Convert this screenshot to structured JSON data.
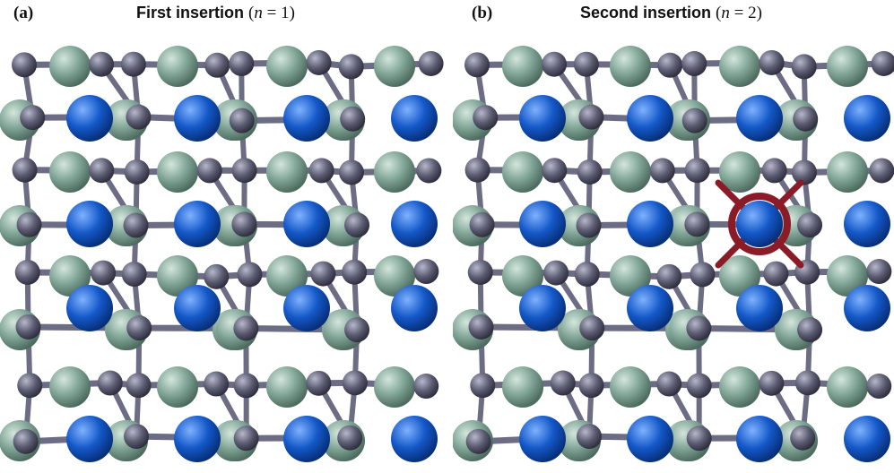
{
  "panels": [
    {
      "letter": "(a)",
      "title_bold": "First insertion",
      "title_math_prefix": "(",
      "title_var": "n",
      "title_math_suffix": " = 1)"
    },
    {
      "letter": "(b)",
      "title_bold": "Second insertion",
      "title_math_prefix": "(",
      "title_var": "n",
      "title_math_suffix": " = 2)"
    }
  ],
  "colors": {
    "dark_atom": "#5e5e74",
    "green_atom": "#7fa496",
    "blue_atom": "#1458c8",
    "bond": "#6c6c84",
    "highlight_ring": "#8c1b28",
    "background": "#ffffff"
  },
  "atoms": {
    "dark_atom_name": "dark-gray-atom",
    "green_atom_name": "green-gray-atom",
    "blue_atom_name": "blue-atom",
    "highlighted_blue_atom_panel": 1,
    "highlighted_blue_atom_row": 1,
    "highlighted_blue_atom_col": 2
  }
}
